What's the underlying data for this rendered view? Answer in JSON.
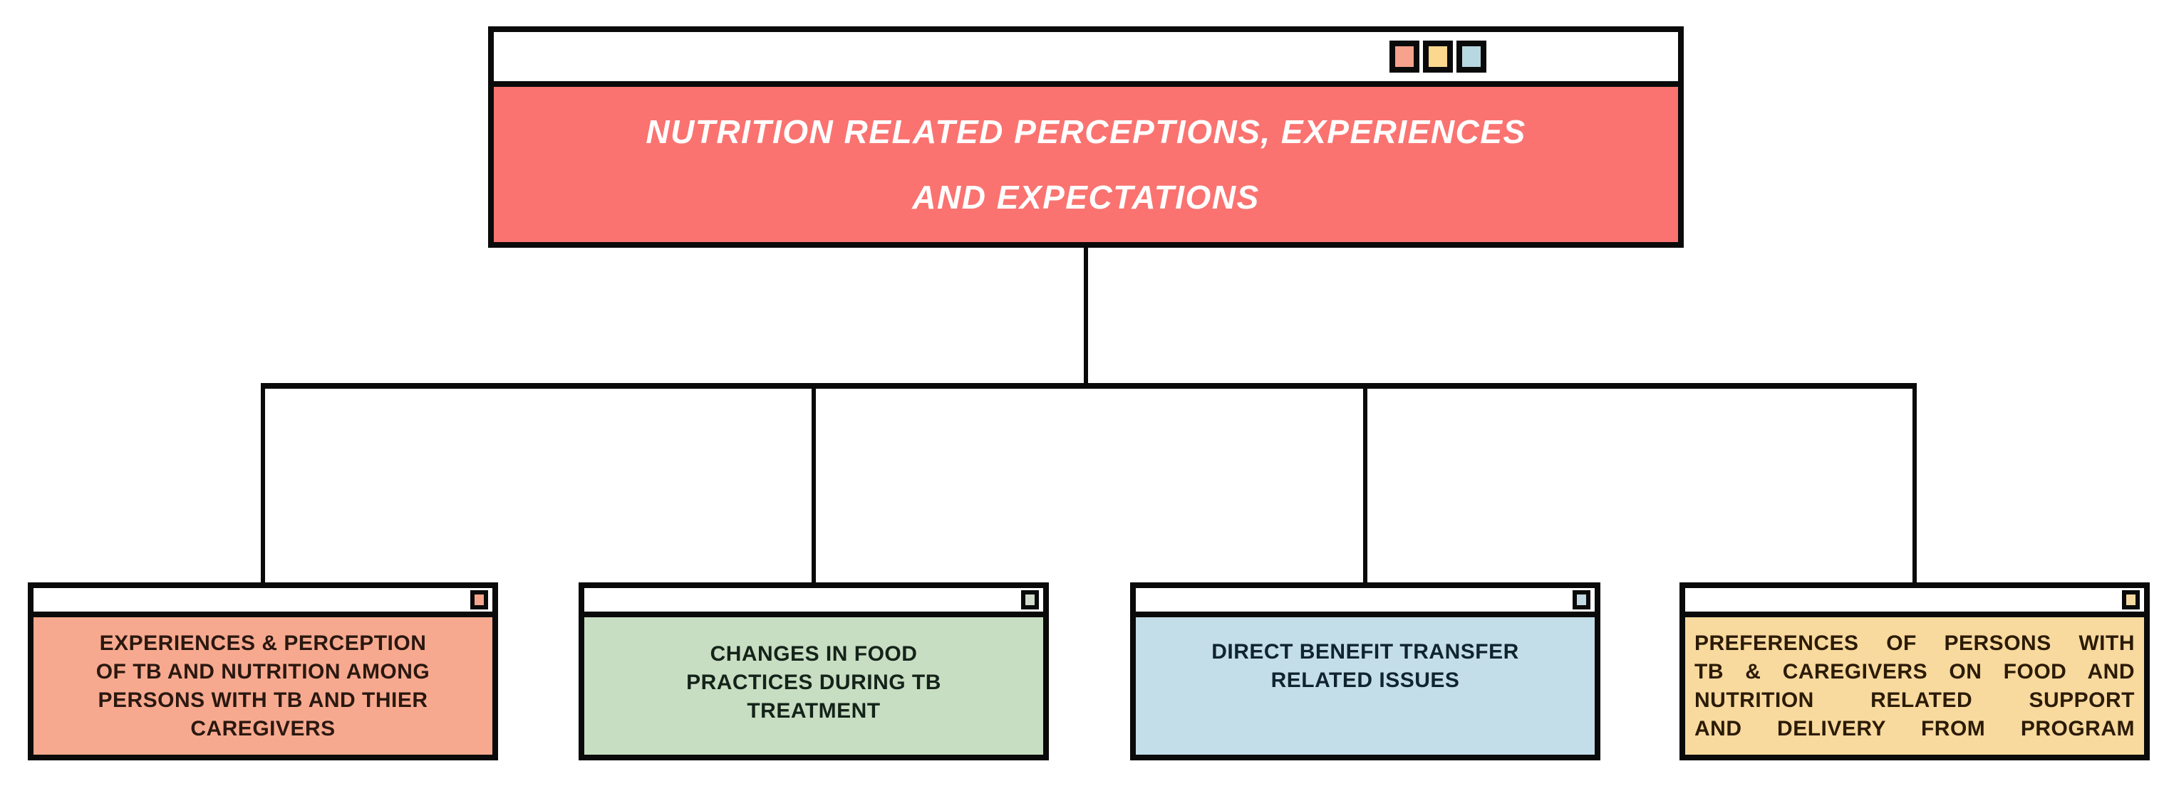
{
  "diagram": {
    "line_color": "#0a0a0a",
    "root": {
      "title": "NUTRITION RELATED PERCEPTIONS, EXPERIENCES\nAND EXPECTATIONS",
      "body_color": "#fa7370",
      "text_color": "#ffffff",
      "titlebar_squares": [
        {
          "name": "salmon-square",
          "color": "#f6a28c"
        },
        {
          "name": "yellow-square",
          "color": "#fbd88e"
        },
        {
          "name": "blue-square",
          "color": "#b7d7e1"
        }
      ]
    },
    "branches": [
      {
        "label": "EXPERIENCES & PERCEPTION\nOF TB AND NUTRITION AMONG\nPERSONS WITH TB AND THIER\nCAREGIVERS",
        "body_color": "#f7a98f",
        "square_color": "#f3a68c",
        "text_color": "#2a1810"
      },
      {
        "label": "CHANGES IN FOOD\nPRACTICES DURING TB\nTREATMENT",
        "body_color": "#c8dec2",
        "square_color": "#d2dacc",
        "text_color": "#14231a"
      },
      {
        "label": "DIRECT BENEFIT TRANSFER\nRELATED ISSUES",
        "body_color": "#c3dee8",
        "square_color": "#c0d9e2",
        "text_color": "#10242f"
      },
      {
        "label": "PREFERENCES OF PERSONS WITH\nTB & CAREGIVERS ON FOOD AND\nNUTRITION RELATED SUPPORT\nAND DELIVERY FROM PROGRAM",
        "body_color": "#f8d99e",
        "square_color": "#f4d8a0",
        "text_color": "#2b1b06"
      }
    ]
  }
}
